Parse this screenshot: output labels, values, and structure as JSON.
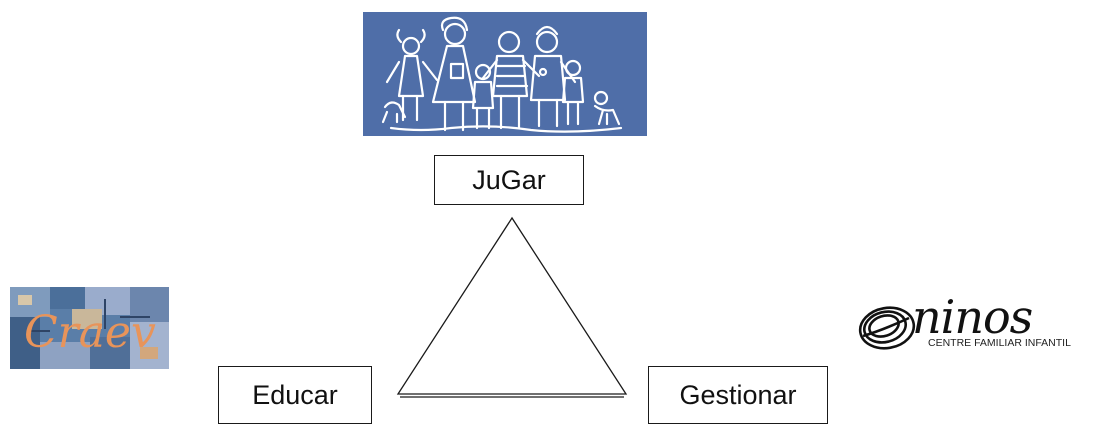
{
  "nodes": {
    "jugar": "JuGar",
    "educar": "Educar",
    "gestionar": "Gestionar"
  },
  "logos": {
    "craev_text": "Craev",
    "ninos_word": "ninos",
    "ninos_subtitle": "CENTRE FAMILIAR INFANTIL"
  },
  "colors": {
    "family_logo_bg": "#4f6ea8",
    "outline": "#1a1a1a",
    "craev_letters": "#e8945a"
  },
  "icons": [
    "family-illustration-logo",
    "craev-collage-logo",
    "ninos-spiral-logo"
  ]
}
